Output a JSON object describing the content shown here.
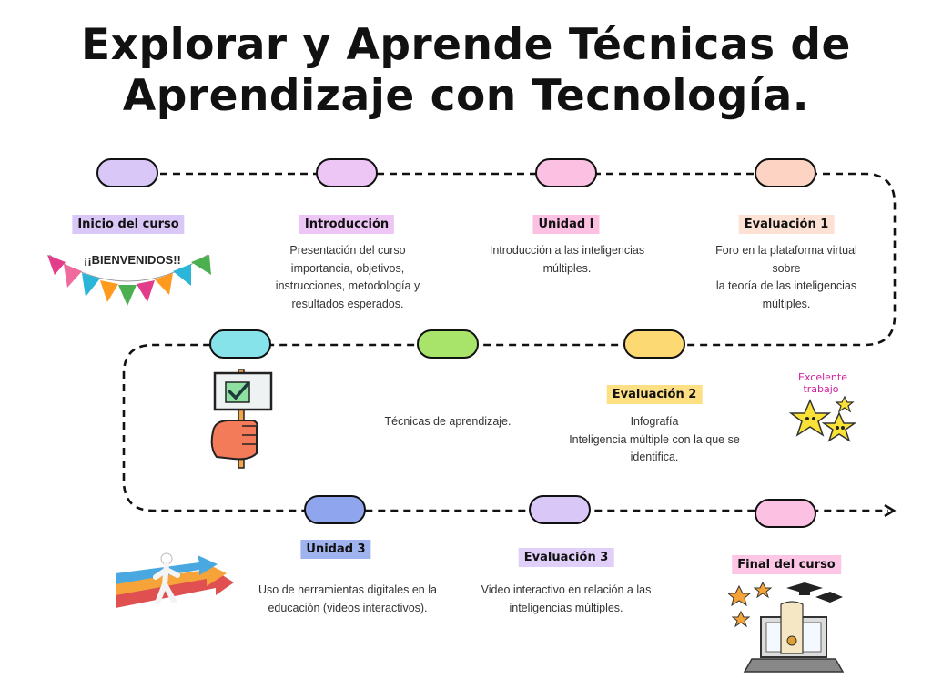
{
  "title": {
    "line1": "Explorar y Aprende Técnicas de",
    "line2": "Aprendizaje con Tecnología."
  },
  "colors": {
    "pill_inicio": "#d9c8f7",
    "pill_intro": "#eec6f6",
    "pill_unidad1": "#fcc0e2",
    "pill_eval1": "#fdd3c3",
    "pill_row2_a": "#86e3ea",
    "pill_row2_b": "#a8e36a",
    "pill_row2_c": "#fdd974",
    "pill_row3_a": "#8fa6ee",
    "pill_row3_b": "#d9c8f7",
    "pill_row3_c": "#fcc0e2",
    "label_inicio": "#d9c8f7",
    "label_intro": "#eec6f6",
    "label_unidad1": "#fcc0e2",
    "label_eval1": "#fde1d5",
    "label_eval2": "#fddf84",
    "label_unidad3": "#9fb3ef",
    "label_eval3": "#e0cff8",
    "label_final": "#fcc6e4"
  },
  "stages": {
    "inicio": {
      "label": "Inicio del curso"
    },
    "introduccion": {
      "label": "Introducción",
      "description": "Presentación  del curso\nimportancia,  objetivos,\ninstrucciones, metodología y\nresultados esperados."
    },
    "unidad1": {
      "label": "Unidad I",
      "description": "Introducción a las inteligencias\nmúltiples."
    },
    "evaluacion1": {
      "label": "Evaluación 1",
      "description": "Foro en la plataforma virtual sobre\nla teoría de las inteligencias\nmúltiples."
    },
    "tecnicas": {
      "description": "Técnicas de aprendizaje."
    },
    "evaluacion2": {
      "label": "Evaluación 2",
      "description": "Infografía\nInteligencia múltiple con la que se\nidentifica."
    },
    "unidad3": {
      "label": "Unidad 3",
      "description": "Uso de herramientas digitales en la\neducación (videos interactivos)."
    },
    "evaluacion3": {
      "label": "Evaluación 3",
      "description": "Video interactivo en relación a las\ninteligencias múltiples."
    },
    "final": {
      "label": "Final del curso"
    }
  },
  "images": {
    "banner_text": "¡¡BIENVENIDOS!!",
    "sticker_text_1": "Excelente",
    "sticker_text_2": "trabajo"
  }
}
